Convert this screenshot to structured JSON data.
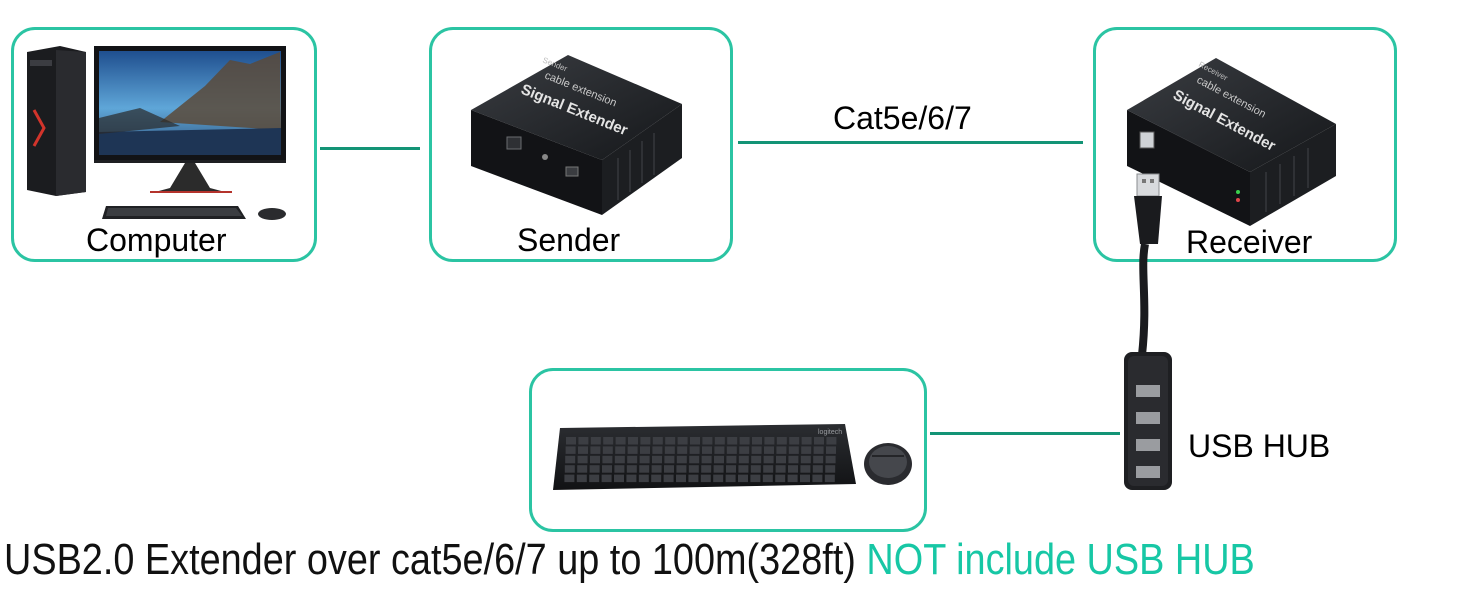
{
  "nodes": {
    "computer": {
      "label": "Computer"
    },
    "sender": {
      "label": "Sender",
      "device_title": "Signal Extender",
      "device_sub": "cable extension",
      "device_tag": "Sender"
    },
    "receiver": {
      "label": "Receiver",
      "device_title": "Signal Extender",
      "device_sub": "cable extension",
      "device_tag": "Receiver"
    },
    "usb_hub": {
      "label": "USB HUB"
    },
    "keyboard_mouse": {
      "keyboard_brand": "logitech"
    }
  },
  "link": {
    "label": "Cat5e/6/7"
  },
  "headline": {
    "main": "USB2.0 Extender over cat5e/6/7 up to 100m(328ft)",
    "note": "NOT include USB HUB"
  },
  "colors": {
    "box_border": "#2bc4a3",
    "wire": "#139476",
    "accent": "#17c7a5"
  }
}
